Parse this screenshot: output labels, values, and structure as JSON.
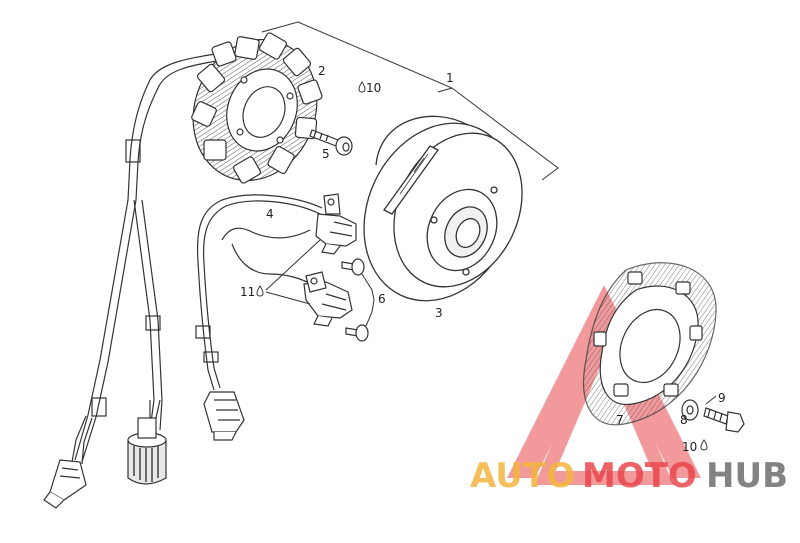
{
  "callouts": {
    "c1": "1",
    "c2": "2",
    "c3": "3",
    "c4": "4",
    "c5": "5",
    "c6": "6",
    "c7": "7",
    "c8": "8",
    "c9": "9",
    "c10a": "10",
    "c10b": "10",
    "c11": "11"
  },
  "watermark": {
    "part1": "AUTO",
    "part2": "MOTO",
    "part3": "HUB"
  },
  "colors": {
    "line": "#333333",
    "watermark_red": "#e8474d",
    "watermark_orange": "#f4b63f",
    "watermark_grey": "#6e6e6e"
  }
}
